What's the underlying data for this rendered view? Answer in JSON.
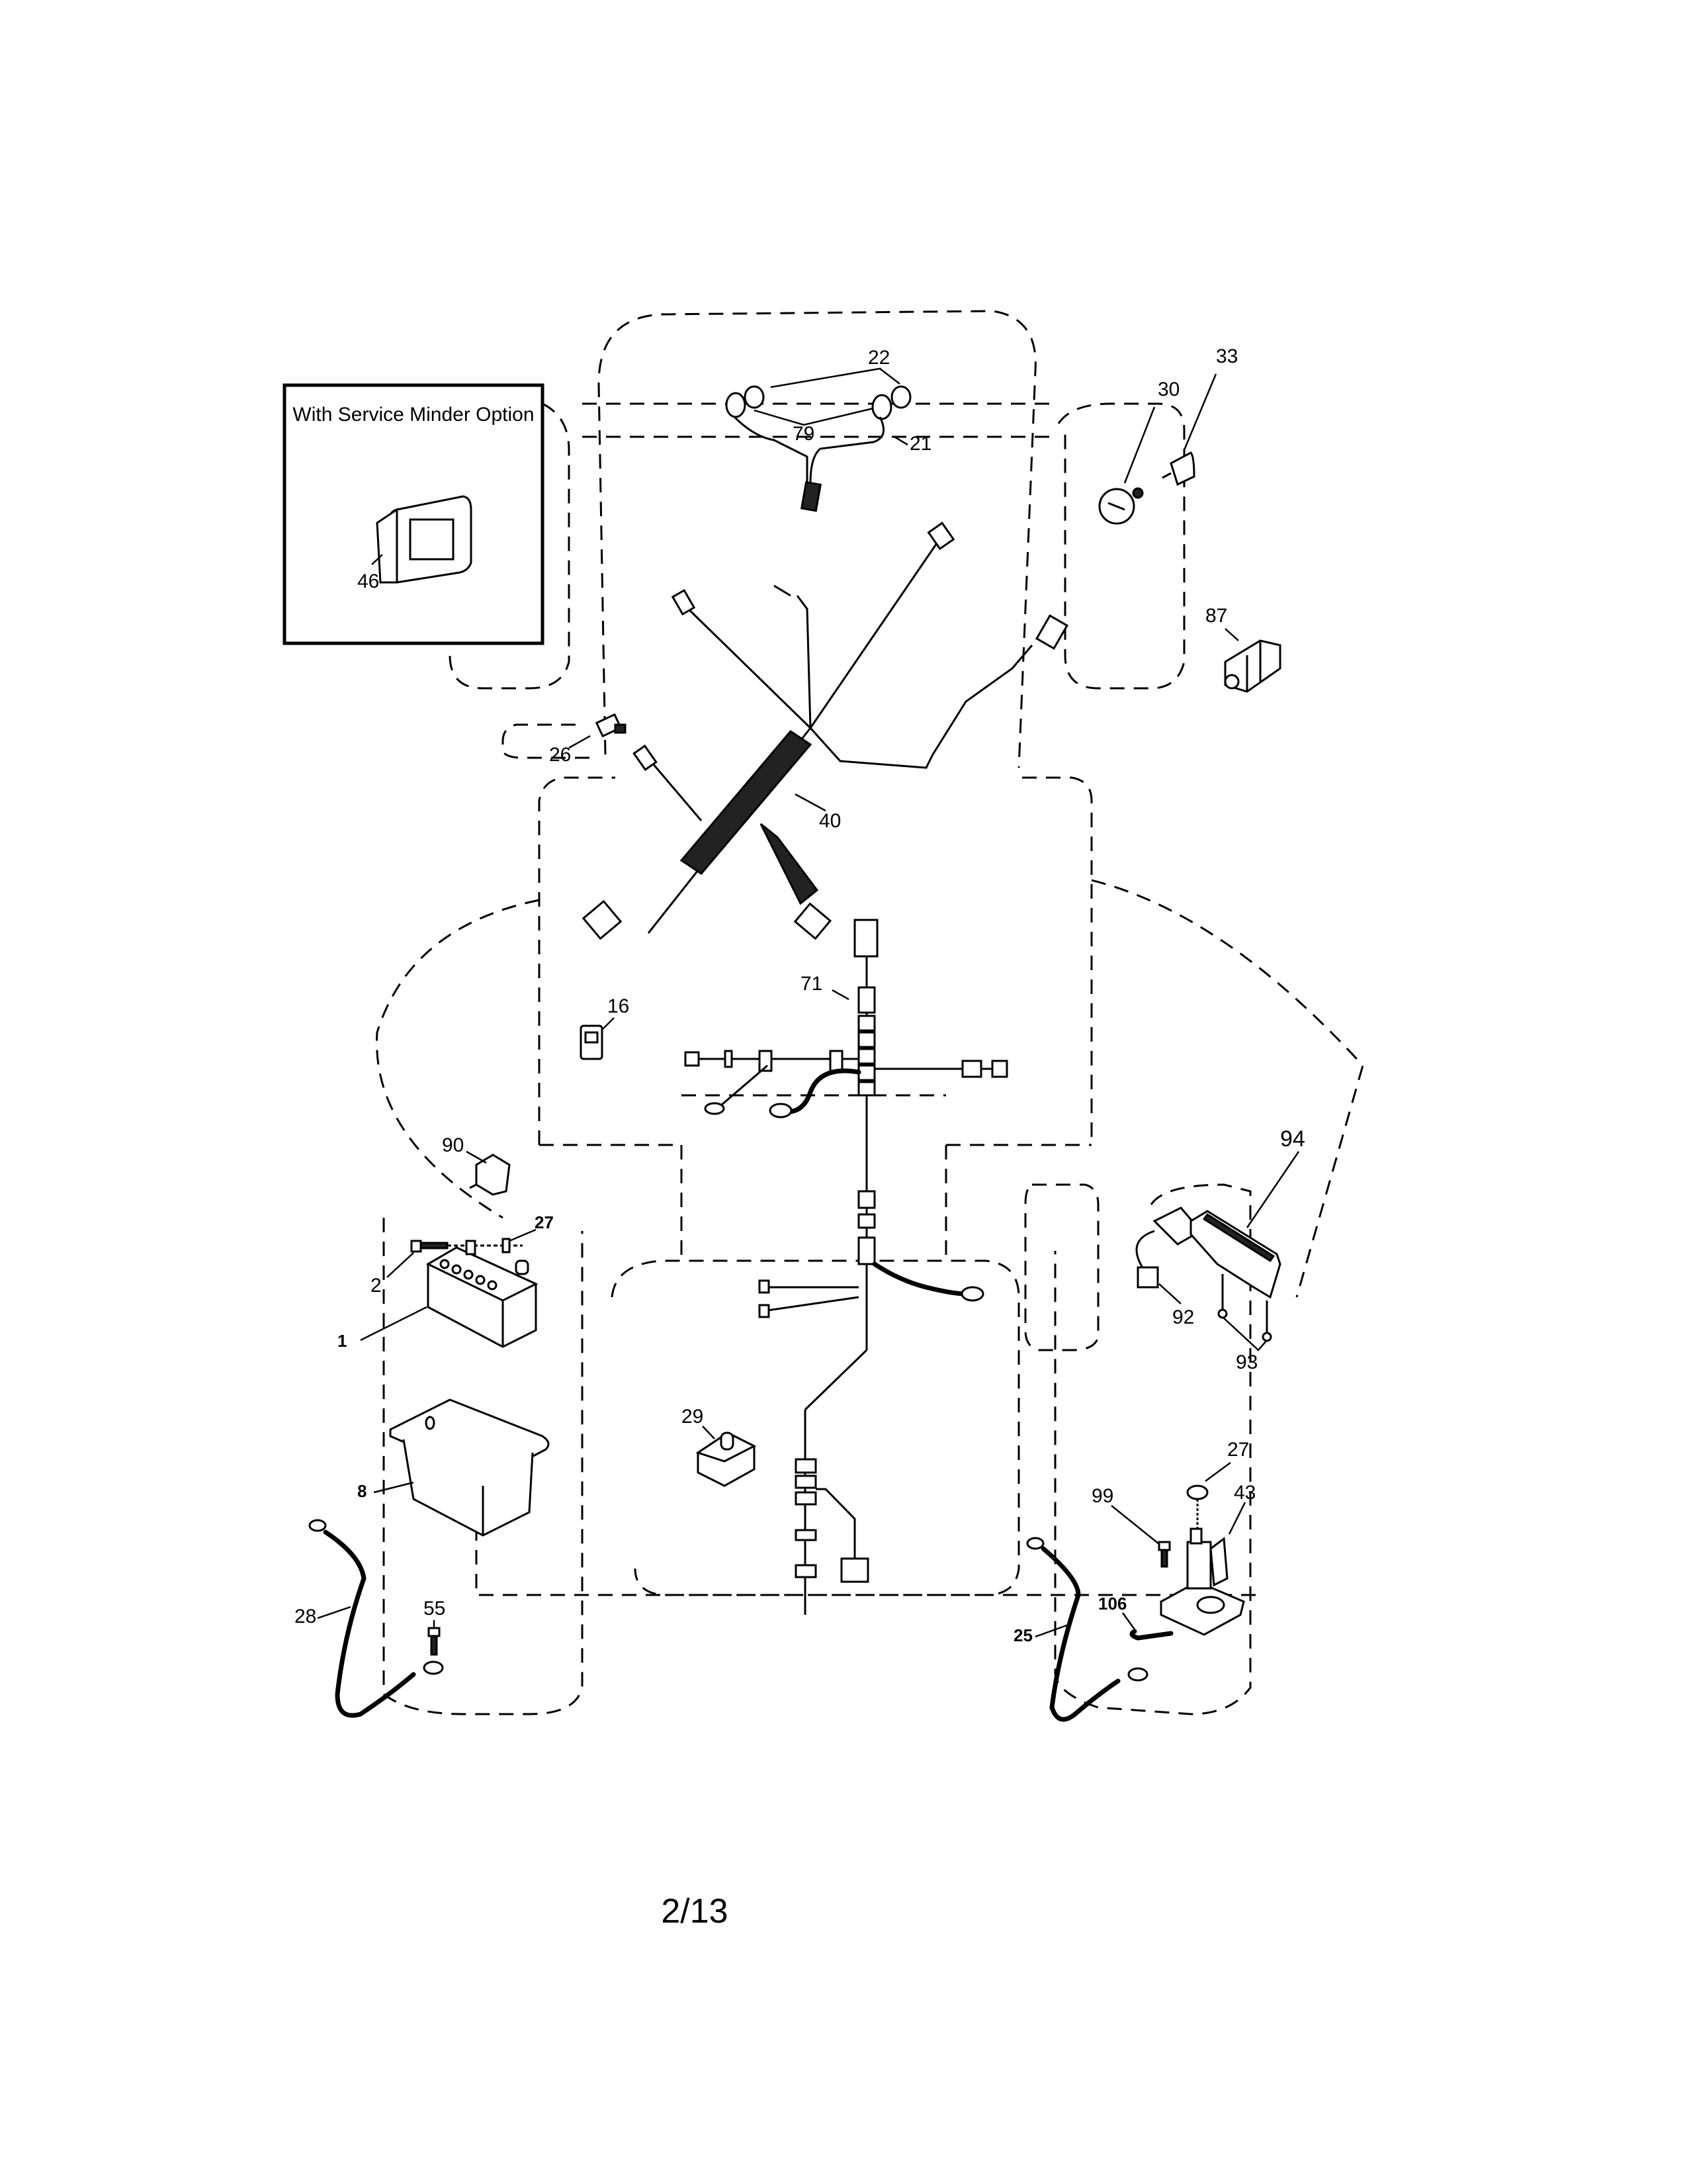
{
  "document": {
    "type": "parts-diagram",
    "subject": "Lawn tractor electrical system",
    "page_number": "2/13"
  },
  "inset": {
    "title": "With Service Minder Option",
    "part_label": "46"
  },
  "callouts": {
    "p1": "1",
    "p2": "2",
    "p8": "8",
    "p16": "16",
    "p21": "21",
    "p22": "22",
    "p25": "25",
    "p26": "26",
    "p27a": "27",
    "p27b": "27",
    "p28": "28",
    "p29": "29",
    "p30": "30",
    "p33": "33",
    "p40": "40",
    "p43": "43",
    "p55": "55",
    "p71": "71",
    "p79": "79",
    "p87": "87",
    "p90": "90",
    "p92": "92",
    "p93": "93",
    "p94": "94",
    "p99": "99",
    "p106": "106"
  },
  "parts": [
    {
      "ref": "1",
      "name": "battery"
    },
    {
      "ref": "2",
      "name": "battery-bolt"
    },
    {
      "ref": "8",
      "name": "battery-tray"
    },
    {
      "ref": "16",
      "name": "relay"
    },
    {
      "ref": "21",
      "name": "headlight-harness"
    },
    {
      "ref": "22",
      "name": "headlight-bulb"
    },
    {
      "ref": "25",
      "name": "positive-cable"
    },
    {
      "ref": "26",
      "name": "fuse"
    },
    {
      "ref": "27",
      "name": "nut"
    },
    {
      "ref": "28",
      "name": "ground-cable"
    },
    {
      "ref": "29",
      "name": "plunger-switch"
    },
    {
      "ref": "30",
      "name": "ignition-switch"
    },
    {
      "ref": "33",
      "name": "ignition-key"
    },
    {
      "ref": "40",
      "name": "main-wire-harness"
    },
    {
      "ref": "43",
      "name": "starter-solenoid"
    },
    {
      "ref": "46",
      "name": "service-minder-hour-meter"
    },
    {
      "ref": "55",
      "name": "ground-screw"
    },
    {
      "ref": "71",
      "name": "engine-harness"
    },
    {
      "ref": "79",
      "name": "headlight-socket"
    },
    {
      "ref": "87",
      "name": "pto-switch"
    },
    {
      "ref": "90",
      "name": "diode-module"
    },
    {
      "ref": "92",
      "name": "seat-switch"
    },
    {
      "ref": "93",
      "name": "screw"
    },
    {
      "ref": "94",
      "name": "seat-switch-bracket"
    },
    {
      "ref": "99",
      "name": "bolt"
    },
    {
      "ref": "106",
      "name": "clip"
    }
  ]
}
